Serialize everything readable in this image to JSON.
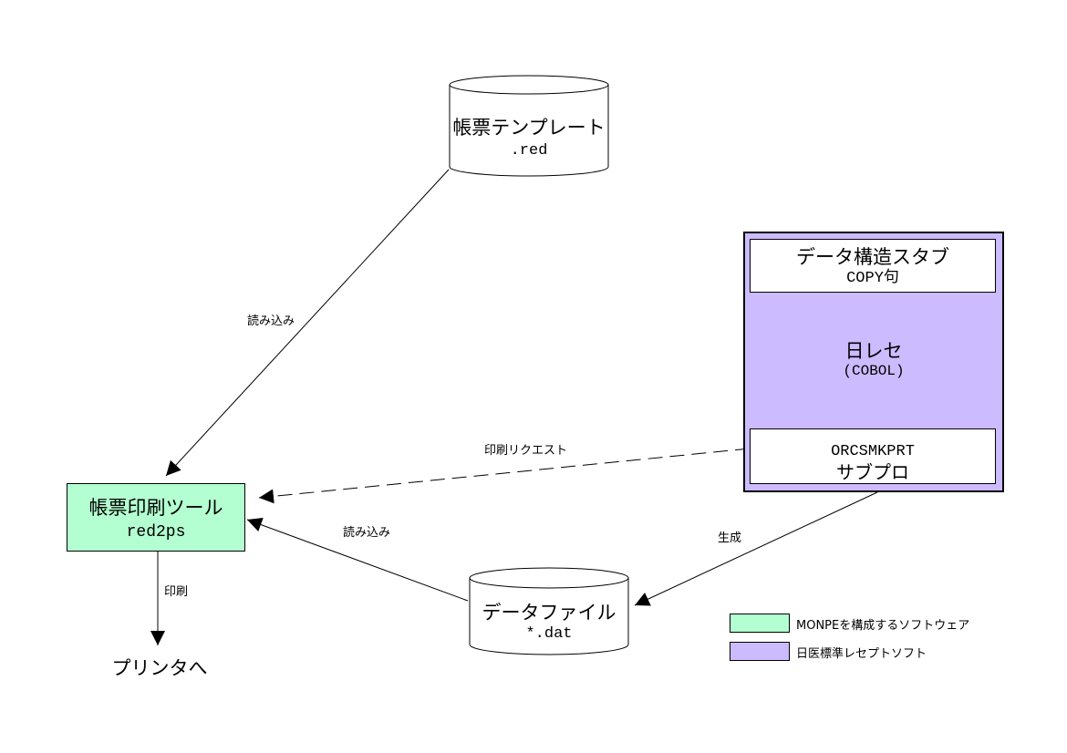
{
  "colors": {
    "monpe": "#b3ffd1",
    "nichirese": "#ccbbff",
    "stroke": "#000000"
  },
  "nodes": {
    "template": {
      "title": "帳票テンプレート",
      "ext": ".red"
    },
    "tool": {
      "title": "帳票印刷ツール",
      "cmd": "red2ps"
    },
    "nichirese": {
      "title": "日レセ",
      "lang": "(COBOL)",
      "stub": {
        "title": "データ構造スタブ",
        "sub": "COPY句"
      },
      "subprogram": {
        "code": "ORCSMKPRT",
        "title": "サブプロ"
      }
    },
    "datafile": {
      "title": "データファイル",
      "ext": "*.dat"
    },
    "printer": {
      "title": "プリンタへ"
    }
  },
  "edges": {
    "template_to_tool": "読み込み",
    "print_request": "印刷リクエスト",
    "datafile_to_tool": "読み込み",
    "generate": "生成",
    "print": "印刷"
  },
  "legend": [
    {
      "label": "MONPEを構成するソフトウェア",
      "color": "#b3ffd1"
    },
    {
      "label": "日医標準レセプトソフト",
      "color": "#ccbbff"
    }
  ]
}
